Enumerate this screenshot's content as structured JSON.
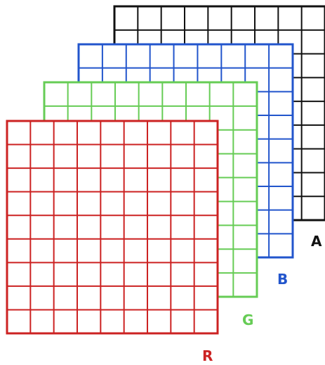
{
  "diagram": {
    "layers": [
      {
        "id": "a",
        "label": "A",
        "color": "#111111"
      },
      {
        "id": "b",
        "label": "B",
        "color": "#2255cc"
      },
      {
        "id": "g",
        "label": "G",
        "color": "#66cc55"
      },
      {
        "id": "r",
        "label": "R",
        "color": "#cc2222"
      }
    ]
  }
}
